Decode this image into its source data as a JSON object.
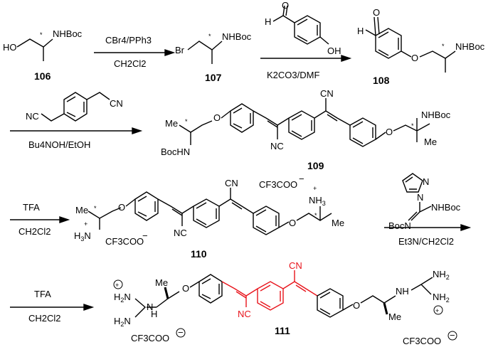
{
  "colors": {
    "ink": "#000000",
    "highlight": "#e8131b",
    "background": "#ffffff"
  },
  "compounds": {
    "c106": {
      "number": "106",
      "ho": "HO",
      "nhboc": "NHBoc",
      "star": "*"
    },
    "c107": {
      "number": "107",
      "br": "Br",
      "nhboc": "NHBoc",
      "star": "*"
    },
    "c108": {
      "number": "108",
      "h": "H",
      "o": "O",
      "ring_o": "O",
      "nhboc": "NHBoc",
      "star": "*"
    },
    "c109": {
      "number": "109",
      "nhboc": "NHBoc",
      "bochn": "BocHN",
      "me_left": "Me",
      "me_right": "Me",
      "star": "*",
      "o": "O",
      "cn": "CN",
      "nc": "NC"
    },
    "c110": {
      "number": "110",
      "me": "Me",
      "n": "N",
      "h3": "H",
      "plus": "+",
      "minus": "−",
      "tfa_salt": "CF3COO",
      "nh3": "NH",
      "cn": "CN",
      "nc": "NC",
      "o": "O",
      "star": "*"
    },
    "c111": {
      "number": "111",
      "h2n": "H",
      "nh2": "NH",
      "h": "H",
      "n": "N",
      "me": "Me",
      "o": "O",
      "cn": "CN",
      "nc": "NC",
      "plus": "+",
      "minus": "−",
      "salt": "CF3COO"
    }
  },
  "reagents": {
    "step1": {
      "top": "CBr4/PPh3",
      "bottom": "CH2Cl2"
    },
    "step2": {
      "top_h": "H",
      "top_o": "O",
      "top_oh": "OH",
      "bottom": "K2CO3/DMF"
    },
    "step3": {
      "top_nc": "NC",
      "top_cn": "CN",
      "bottom": "Bu4NOH/EtOH"
    },
    "step4": {
      "top": "TFA",
      "bottom": "CH2Cl2"
    },
    "step5": {
      "nhboc": "NHBoc",
      "bocn": "BocN",
      "n": "N",
      "n2": "N",
      "bottom": "Et3N/CH2Cl2"
    },
    "step6": {
      "top": "TFA",
      "bottom": "CH2Cl2"
    }
  }
}
